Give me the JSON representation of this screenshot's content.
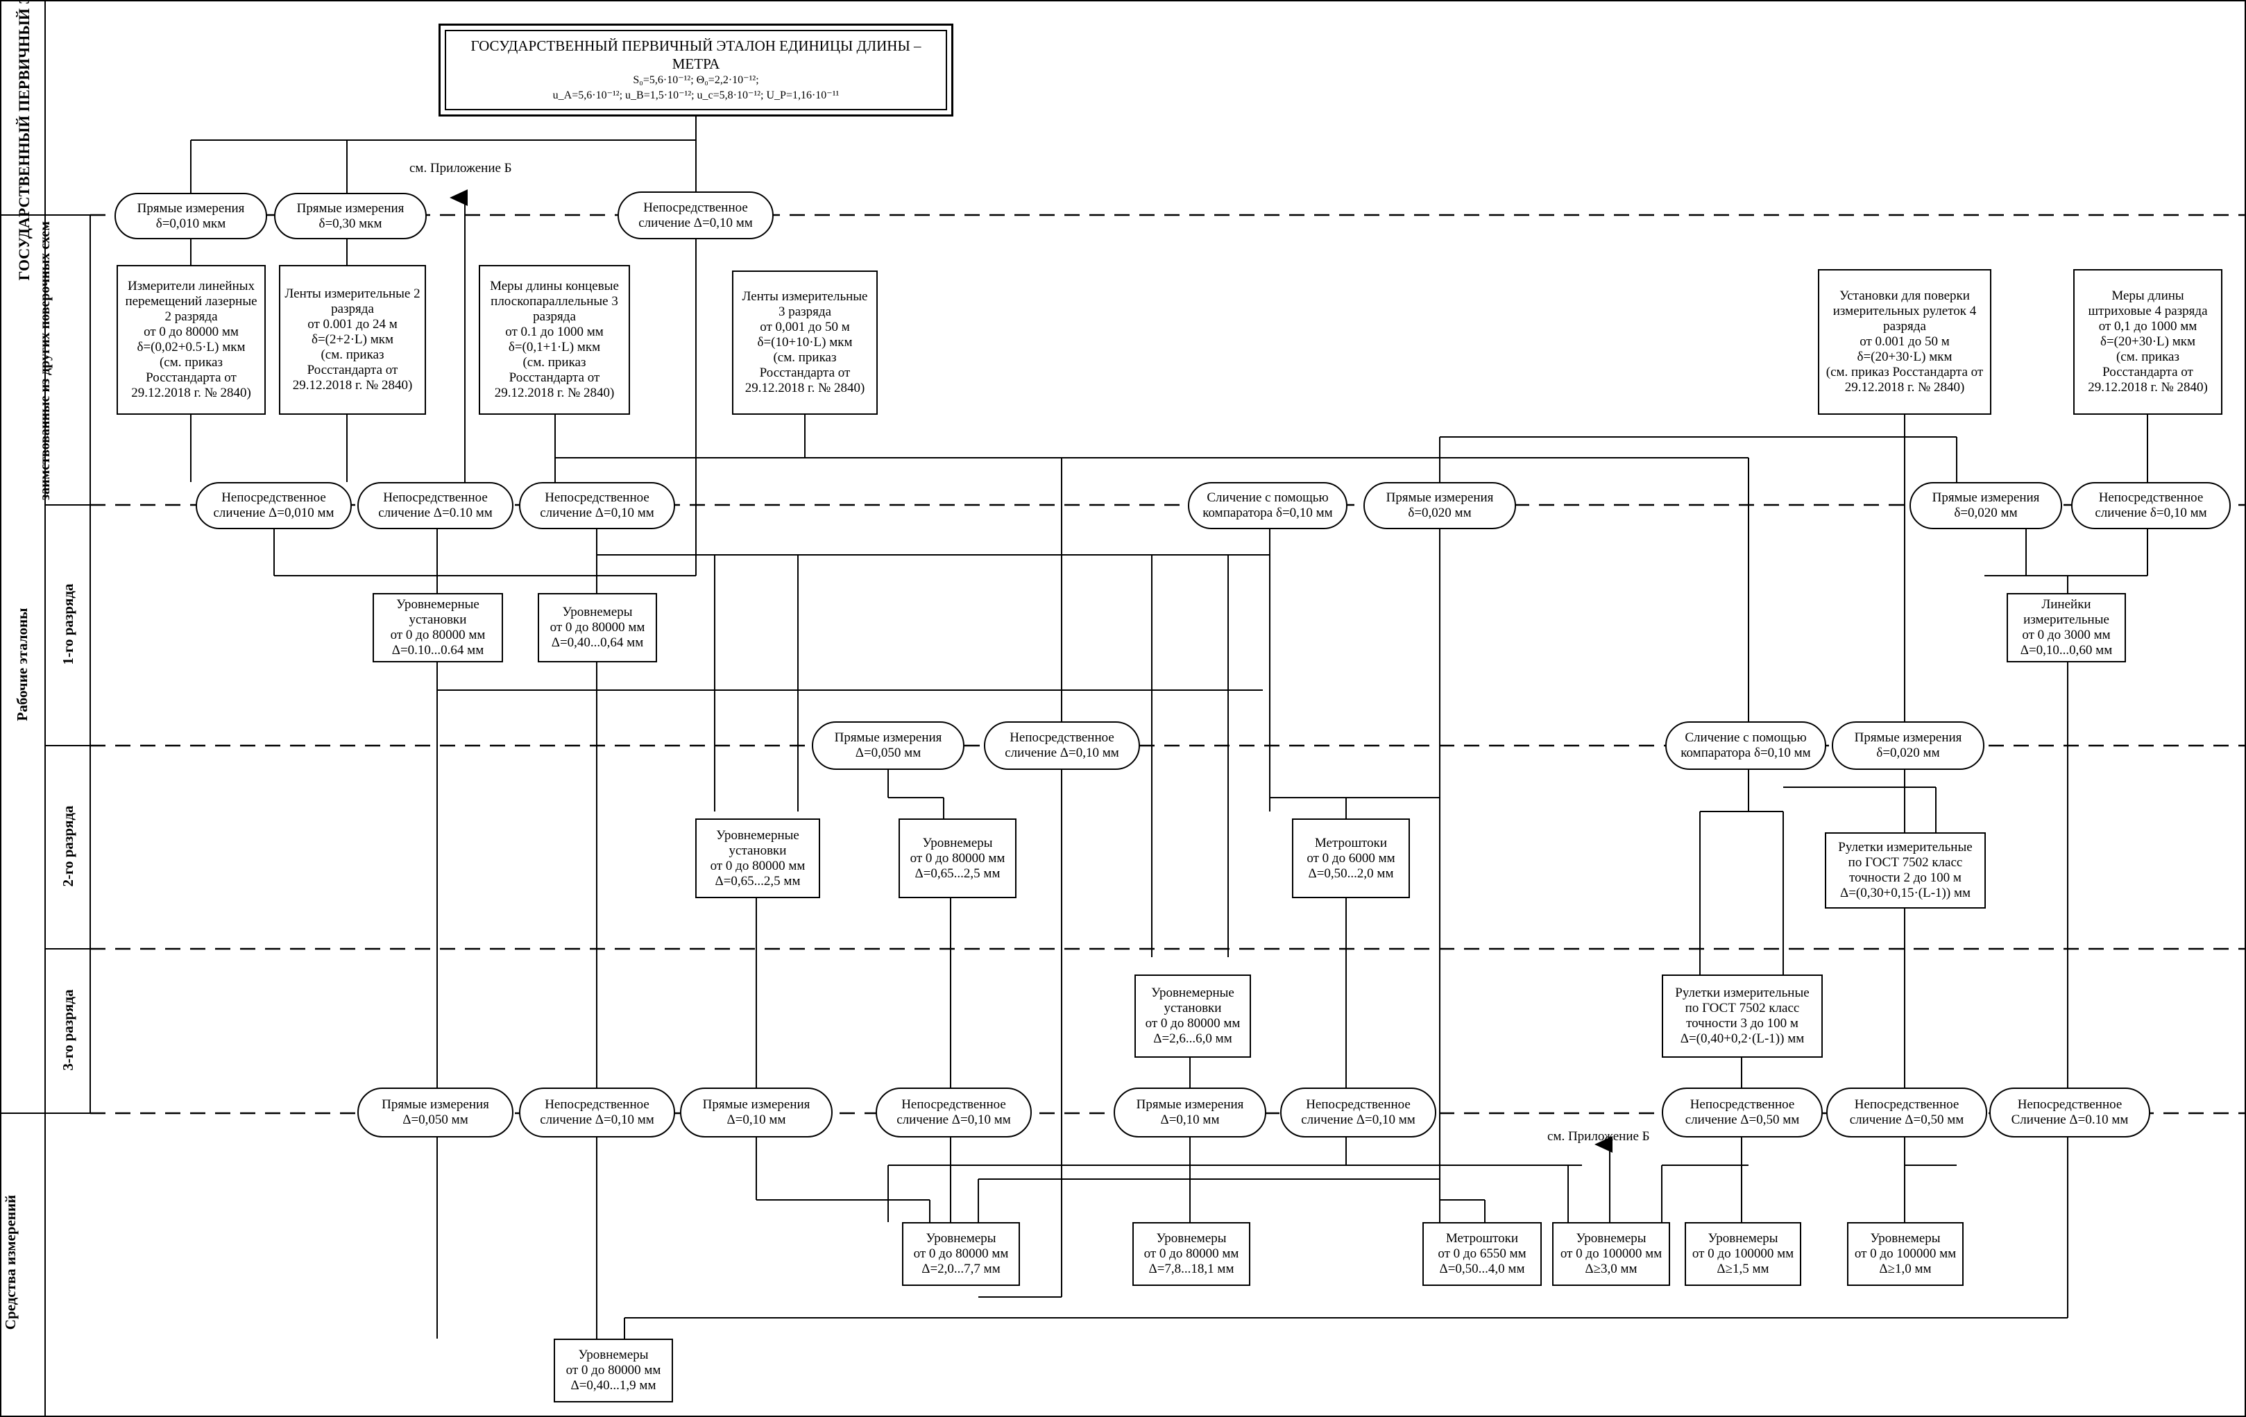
{
  "title": {
    "main": "ГОСУДАРСТВЕННЫЙ ПЕРВИЧНЫЙ ЭТАЛОН ЕДИНИЦЫ ДЛИНЫ – МЕТРА",
    "line2": "S₀=5,6·10⁻¹²; Θ₀=2,2·10⁻¹²;",
    "line3": "u_A=5,6·10⁻¹²; u_B=1,5·10⁻¹²; u_c=5,8·10⁻¹²; U_P=1,16·10⁻¹¹"
  },
  "bands": {
    "state": "ГОСУДАРСТВЕННЫЙ ПЕРВИЧНЫЙ ЭТАЛОН",
    "borrowed": "заимствованные из других поверочных схем",
    "working": "Рабочие эталоны",
    "rank1": "1-го разряда",
    "rank2": "2-го разряда",
    "rank3": "3-го разряда",
    "instruments": "Средства измерений"
  },
  "notes": {
    "app_b_top": "см. Приложение Б",
    "app_b_bottom": "см. Приложение Б"
  },
  "ovals": {
    "o1": "Прямые измерения\nδ=0,010 мкм",
    "o2": "Прямые измерения\nδ=0,30 мкм",
    "o3": "Непосредственное\nсличение Δ=0,10 мм",
    "o4": "Непосредственное\nсличение Δ=0,010 мм",
    "o5": "Непосредственное\nсличение Δ=0.10 мм",
    "o6": "Непосредственное\nсличение Δ=0,10 мм",
    "o7": "Сличение с помощью\nкомпаратора δ=0,10 мм",
    "o8": "Прямые измерения\nδ=0,020 мм",
    "o9": "Прямые измерения\nδ=0,020 мм",
    "o10": "Непосредственное\nсличение δ=0,10 мм",
    "o11": "Прямые измерения\nΔ=0,050 мм",
    "o12": "Непосредственное\nсличение Δ=0,10 мм",
    "o13": "Сличение с помощью\nкомпаратора δ=0,10 мм",
    "o14": "Прямые измерения\nδ=0,020 мм",
    "o15": "Прямые измерения\nΔ=0,050 мм",
    "o16": "Непосредственное\nсличение Δ=0,10 мм",
    "o17": "Прямые измерения\nΔ=0,10 мм",
    "o18": "Непосредственное\nсличение Δ=0,10 мм",
    "o19": "Прямые измерения\nΔ=0,10 мм",
    "o20": "Непосредственное\nсличение Δ=0,10 мм",
    "o21": "Непосредственное\nсличение Δ=0,50 мм",
    "o22": "Непосредственное\nсличение Δ=0,50 мм",
    "o23": "Непосредственное\nСличение Δ=0.10 мм"
  },
  "boxes": {
    "b1": "Измерители линейных перемещений лазерные 2 разряда\nот 0 до 80000 мм\nδ=(0,02+0.5·L) мкм\n(см. приказ Росстандарта от 29.12.2018 г. № 2840)",
    "b2": "Ленты измерительные 2 разряда\nот 0.001 до 24 м\nδ=(2+2·L) мкм\n(см. приказ Росстандарта от 29.12.2018 г. № 2840)",
    "b3": "Меры длины концевые плоскопараллельные 3 разряда\nот 0.1 до 1000 мм\nδ=(0,1+1·L) мкм\n(см. приказ Росстандарта от 29.12.2018 г. № 2840)",
    "b4": "Ленты измерительные 3 разряда\nот 0,001 до 50 м\nδ=(10+10·L) мкм\n(см. приказ Росстандарта от 29.12.2018 г. № 2840)",
    "b5": "Установки для поверки измерительных рулеток 4 разряда\nот 0.001 до 50 м\nδ=(20+30·L) мкм\n(см. приказ Росстандарта от 29.12.2018 г. № 2840)",
    "b6": "Меры длины штриховые 4 разряда\nот 0,1 до 1000 мм\nδ=(20+30·L) мкм\n(см. приказ Росстандарта от 29.12.2018 г. № 2840)",
    "b7": "Уровнемерные установки\nот 0 до 80000 мм\nΔ=0.10...0.64 мм",
    "b8": "Уровнемеры\nот 0 до 80000 мм\nΔ=0,40...0,64 мм",
    "b9": "Линейки измерительные\nот 0 до 3000 мм\nΔ=0,10...0,60 мм",
    "b10": "Уровнемерные установки\nот 0 до 80000 мм\nΔ=0,65...2,5 мм",
    "b11": "Уровнемеры\nот 0 до 80000 мм\nΔ=0,65...2,5 мм",
    "b12": "Метроштоки\nот 0 до 6000 мм\nΔ=0,50...2,0 мм",
    "b13": "Рулетки измерительные по ГОСТ 7502 класс точности 2 до 100 м\nΔ=(0,30+0,15·(L-1)) мм",
    "b14": "Уровнемерные установки\nот 0 до 80000 мм\nΔ=2,6...6,0 мм",
    "b15": "Рулетки измерительные по ГОСТ 7502 класс точности 3 до 100 м\nΔ=(0,40+0,2·(L-1)) мм",
    "b16": "Уровнемеры\nот 0 до 80000 мм\nΔ=2,0...7,7 мм",
    "b17": "Уровнемеры\nот 0 до 80000 мм\nΔ=7,8...18,1 мм",
    "b18": "Метроштоки\nот 0 до 6550 мм\nΔ=0,50...4,0 мм",
    "b19": "Уровнемеры\nот 0 до 100000 мм\nΔ≥3,0 мм",
    "b20": "Уровнемеры\nот 0 до 100000 мм\nΔ≥1,5 мм",
    "b21": "Уровнемеры\nот 0 до 100000 мм\nΔ≥1,0 мм",
    "b22": "Уровнемеры\nот 0 до 80000 мм\nΔ=0,40...1,9 мм"
  }
}
